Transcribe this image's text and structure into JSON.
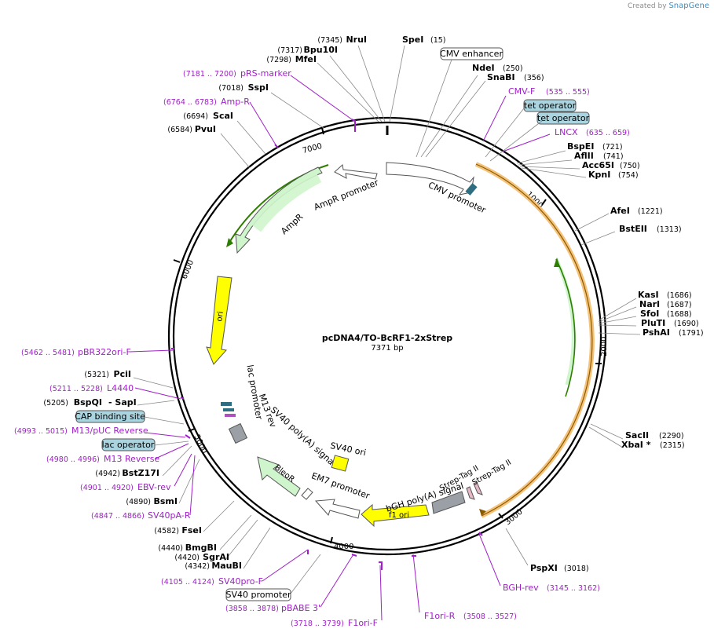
{
  "credit": {
    "prefix": "Created by",
    "brand": "SnapGene"
  },
  "plasmid": {
    "name": "pcDNA4/TO-BcRF1-2xStrep",
    "size_label": "7371 bp",
    "length": 7371
  },
  "ticks": [
    {
      "pos": 1000,
      "label": "1000"
    },
    {
      "pos": 2000,
      "label": "2000"
    },
    {
      "pos": 3000,
      "label": "3000"
    },
    {
      "pos": 4000,
      "label": "4000"
    },
    {
      "pos": 5000,
      "label": "5000"
    },
    {
      "pos": 6000,
      "label": "6000"
    },
    {
      "pos": 7000,
      "label": "7000"
    }
  ],
  "enzymes": [
    {
      "name": "SpeI",
      "pos": "(15)"
    },
    {
      "name": "NruI",
      "pos": "(7345)"
    },
    {
      "name": "Bpu10I",
      "pos": "(7317)"
    },
    {
      "name": "MfeI",
      "pos": "(7298)"
    },
    {
      "name": "SspI",
      "pos": "(7018)"
    },
    {
      "name": "ScaI",
      "pos": "(6694)"
    },
    {
      "name": "PvuI",
      "pos": "(6584)"
    },
    {
      "name": "NdeI",
      "pos": "(250)"
    },
    {
      "name": "SnaBI",
      "pos": "(356)"
    },
    {
      "name": "BspEI",
      "pos": "(721)"
    },
    {
      "name": "AflII",
      "pos": "(741)"
    },
    {
      "name": "Acc65I",
      "pos": "(750)"
    },
    {
      "name": "KpnI",
      "pos": "(754)"
    },
    {
      "name": "AfeI",
      "pos": "(1221)"
    },
    {
      "name": "BstEII",
      "pos": "(1313)"
    },
    {
      "name": "KasI",
      "pos": "(1686)"
    },
    {
      "name": "NarI",
      "pos": "(1687)"
    },
    {
      "name": "SfoI",
      "pos": "(1688)"
    },
    {
      "name": "PluTI",
      "pos": "(1690)"
    },
    {
      "name": "PshAI",
      "pos": "(1791)"
    },
    {
      "name": "SacII",
      "pos": "(2290)"
    },
    {
      "name": "XbaI *",
      "pos": "(2315)"
    },
    {
      "name": "PspXI",
      "pos": "(3018)"
    },
    {
      "name": "PciI",
      "pos": "(5321)"
    },
    {
      "name": "BspQI",
      "pos": "(5205)"
    },
    {
      "name": "- SapI",
      "pos": ""
    },
    {
      "name": "BstZ17I",
      "pos": "(4942)"
    },
    {
      "name": "BsmI",
      "pos": "(4890)"
    },
    {
      "name": "FseI",
      "pos": "(4582)"
    },
    {
      "name": "BmgBI",
      "pos": "(4440)"
    },
    {
      "name": "SgrAI",
      "pos": "(4420)"
    },
    {
      "name": "MauBI",
      "pos": "(4342)"
    }
  ],
  "primers": [
    {
      "name": "pRS-marker",
      "pos": "(7181 .. 7200)"
    },
    {
      "name": "Amp-R",
      "pos": "(6764 .. 6783)"
    },
    {
      "name": "CMV-F",
      "pos": "(535 .. 555)"
    },
    {
      "name": "LNCX",
      "pos": "(635 .. 659)"
    },
    {
      "name": "pBR322ori-F",
      "pos": "(5462 .. 5481)"
    },
    {
      "name": "L4440",
      "pos": "(5211 .. 5228)"
    },
    {
      "name": "M13/pUC Reverse",
      "pos": "(4993 .. 5015)"
    },
    {
      "name": "M13 Reverse",
      "pos": "(4980 .. 4996)"
    },
    {
      "name": "EBV-rev",
      "pos": "(4901 .. 4920)"
    },
    {
      "name": "SV40pA-R",
      "pos": "(4847 .. 4866)"
    },
    {
      "name": "SV40pro-F",
      "pos": "(4105 .. 4124)"
    },
    {
      "name": "pBABE 3'",
      "pos": "(3858 .. 3878)"
    },
    {
      "name": "F1ori-F",
      "pos": "(3718 .. 3739)"
    },
    {
      "name": "F1ori-R",
      "pos": "(3508 .. 3527)"
    },
    {
      "name": "BGH-rev",
      "pos": "(3145 .. 3162)"
    }
  ],
  "boxed_features": [
    {
      "name": "CMV enhancer",
      "style": "white"
    },
    {
      "name": "tet operator",
      "style": "teal"
    },
    {
      "name": "tet operator",
      "style": "teal"
    },
    {
      "name": "CAP binding site",
      "style": "teal"
    },
    {
      "name": "lac operator",
      "style": "teal"
    },
    {
      "name": "SV40 promoter",
      "style": "white"
    }
  ],
  "features": [
    {
      "name": "CMV promoter"
    },
    {
      "name": "AmpR promoter"
    },
    {
      "name": "AmpR"
    },
    {
      "name": "ori"
    },
    {
      "name": "lac promoter"
    },
    {
      "name": "M13 rev"
    },
    {
      "name": "SV40 poly(A) signal"
    },
    {
      "name": "SV40 ori"
    },
    {
      "name": "BleoR"
    },
    {
      "name": "EM7 promoter"
    },
    {
      "name": "f1 ori"
    },
    {
      "name": "bGH poly(A) signal"
    },
    {
      "name": "Strep-Tag II"
    },
    {
      "name": "Strep-Tag II"
    }
  ],
  "colors": {
    "primer": "#a020c8",
    "enzyme": "#000000",
    "teal_box": "#a9d4e0",
    "yellow": "#ffff00",
    "green_fill": "#cff5cc",
    "orange_band": "#f5c27a"
  }
}
